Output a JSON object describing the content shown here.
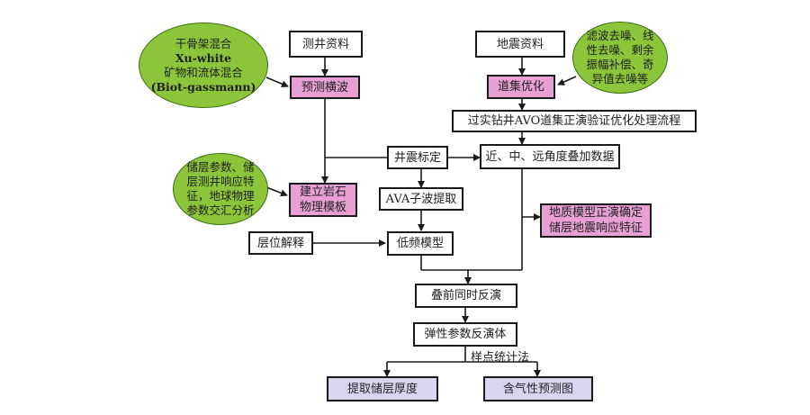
{
  "colors": {
    "process_pink": "#e79fd4",
    "output_lavender": "#d9d4f0",
    "note_green": "#8cc43a",
    "line": "#1a1a1a"
  },
  "nodes": {
    "well_data": "测井资料",
    "predict_shear": "预测横波",
    "seismic_data": "地震资料",
    "gather_opt": "道集优化",
    "avo_verify": "过实钻井AVO道集正演验证优化处理流程",
    "well_tie": "井震标定",
    "angle_stack": "近、中、远角度叠加数据",
    "rock_template": [
      "建立岩石",
      "物理模板"
    ],
    "ava_wavelet": "AVA子波提取",
    "horizon_interp": "层位解释",
    "low_freq_model": "低频模型",
    "geo_forward": [
      "地质模型正演确定",
      "储层地震响应特征"
    ],
    "prestack_inversion": "叠前同时反演",
    "elastic_volume": "弹性参数反演体",
    "sample_stat_label": "样点统计法",
    "extract_thickness": "提取储层厚度",
    "gas_map": "含气性预测图"
  },
  "notes": {
    "rock_physics_models": [
      "干骨架混合",
      "Xu-white",
      "矿物和流体混合",
      "(Biot-gassmann)"
    ],
    "denoise_steps": [
      "滤波去噪、线",
      "性去噪、剩余",
      "振幅补偿、奇",
      "异值去噪等"
    ],
    "reservoir_analysis": [
      "储层参数、储",
      "层测井响应特",
      "征，地球物理",
      "参数交汇分析"
    ]
  }
}
